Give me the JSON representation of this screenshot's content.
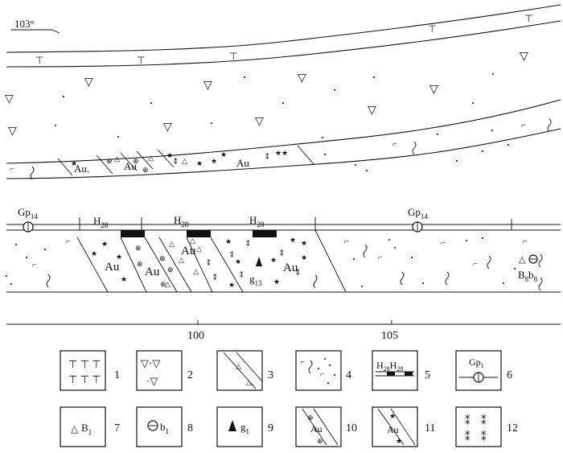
{
  "orientation_label": "103°",
  "profile": {
    "labels": {
      "gp_left": {
        "main": "Gp",
        "sub": "14"
      },
      "gp_right": {
        "main": "Gp",
        "sub": "14"
      },
      "h1": {
        "main": "H",
        "sub": "28"
      },
      "h2": {
        "main": "H",
        "sub": "28"
      },
      "h3": {
        "main": "H",
        "sub": "28"
      }
    },
    "ore_labels": [
      "Au",
      "Au",
      "Au",
      "Au",
      "Au",
      "Au",
      "Au."
    ],
    "g_label": {
      "main": "g",
      "sub": "13"
    },
    "b_label": {
      "B": "B",
      "B_sub": "8",
      "b": "b",
      "b_sub": "8"
    }
  },
  "scale": {
    "ticks": [
      {
        "label": "100"
      },
      {
        "label": "105"
      }
    ]
  },
  "legend": [
    {
      "num": "1",
      "symbol": "tuff-T-marks"
    },
    {
      "num": "2",
      "symbol": "triangle-dots"
    },
    {
      "num": "3",
      "symbol": "band-triangles"
    },
    {
      "num": "4",
      "symbol": "dots-dashes"
    },
    {
      "num": "5",
      "symbol": "black-bars",
      "labels": [
        {
          "main": "H",
          "sub": "28"
        },
        {
          "main": "H",
          "sub": "28"
        }
      ]
    },
    {
      "num": "6",
      "symbol": "circle-on-line",
      "label": {
        "main": "Gp",
        "sub": "1"
      }
    },
    {
      "num": "7",
      "symbol": "triangle",
      "label": {
        "main": "B",
        "sub": "1"
      }
    },
    {
      "num": "8",
      "symbol": "circle-minus",
      "label": {
        "main": "b",
        "sub": "1"
      }
    },
    {
      "num": "9",
      "symbol": "black-triangle",
      "label": {
        "main": "g",
        "sub": "1"
      }
    },
    {
      "num": "10",
      "symbol": "band-circle-plus",
      "label": "Au"
    },
    {
      "num": "11",
      "symbol": "band-star",
      "label": "Au"
    },
    {
      "num": "12",
      "symbol": "hash-marks"
    }
  ]
}
